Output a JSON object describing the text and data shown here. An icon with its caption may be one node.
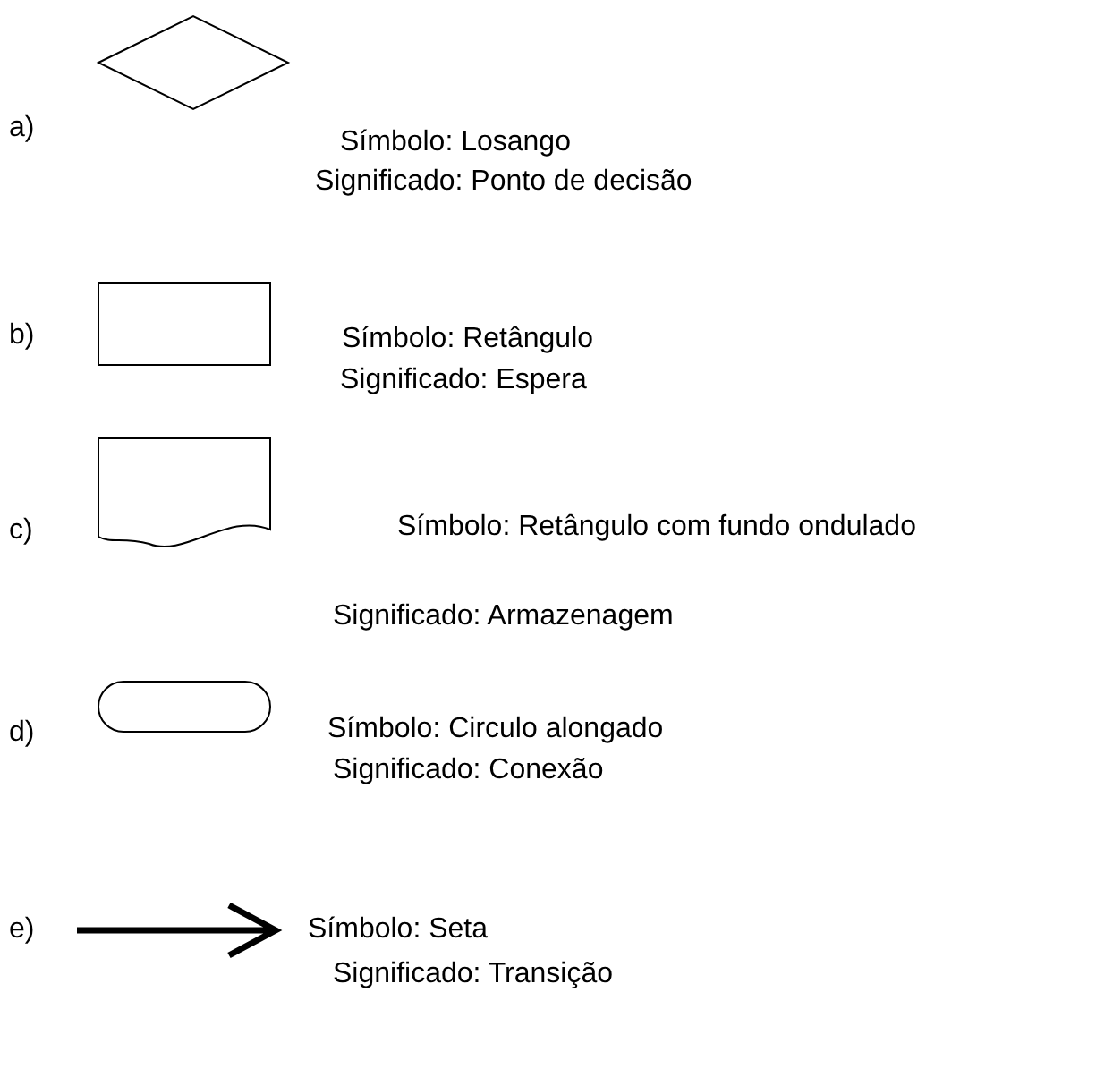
{
  "diagram": {
    "nodes": [
      {
        "text": [],
        "shape": "diamond",
        "beside": [
          "Símbolo: Losango",
          "Significado: Ponto de decisão"
        ]
      },
      {
        "text": [],
        "shape": "box",
        "beside": [
          "Símbolo: Retângulo",
          "Significado: Espera"
        ]
      },
      {
        "text": [],
        "shape": "document",
        "beside": [
          "Símbolo: Retângulo com fundo ondulado",
          "Significado: Armazenagem"
        ]
      },
      {
        "text": [],
        "shape": "terminal",
        "beside": [
          "Símbolo: Circulo alongado",
          "Significado: Conexão"
        ]
      },
      {
        "text": [],
        "shape": "arrow",
        "beside": [
          "Símbolo: Seta",
          "Significado: Transição"
        ]
      }
    ],
    "labels": [
      "a)",
      "b)",
      "c)",
      "d)",
      "e)"
    ]
  }
}
